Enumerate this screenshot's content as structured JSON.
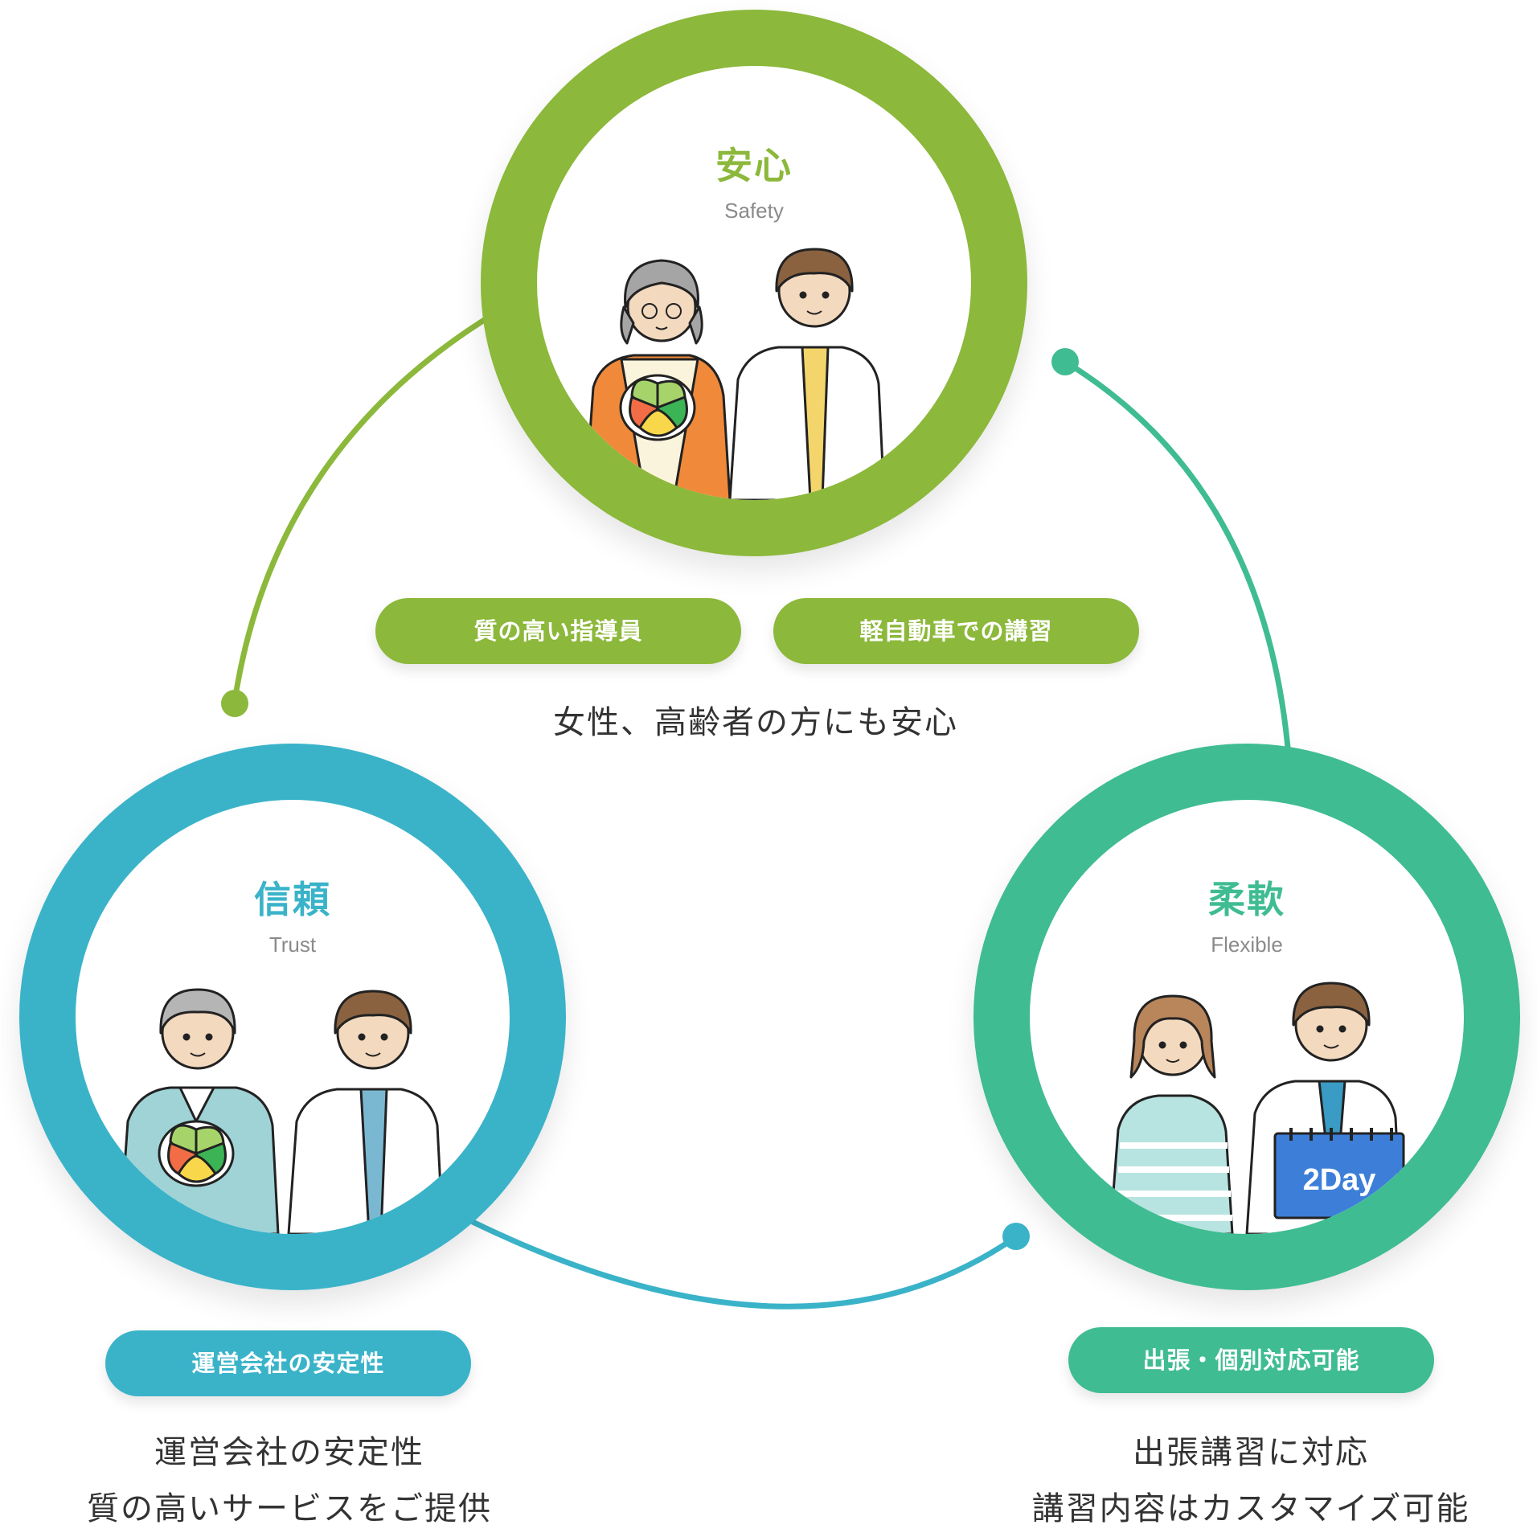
{
  "colors": {
    "safety": "#8cb83b",
    "trust": "#3ab3c9",
    "flexible": "#3fbc92",
    "text": "#333333",
    "subtitle": "#8a8a8a"
  },
  "safety": {
    "title": "安心",
    "subtitle": "Safety",
    "badges": [
      "質の高い指導員",
      "軽自動車での講習"
    ],
    "description": "女性、高齢者の方にも安心"
  },
  "trust": {
    "title": "信頼",
    "subtitle": "Trust",
    "badges": [
      "運営会社の安定性"
    ],
    "description_lines": [
      "運営会社の安定性",
      "質の高いサービスをご提供"
    ]
  },
  "flexible": {
    "title": "柔軟",
    "subtitle": "Flexible",
    "badges": [
      "出張・個別対応可能"
    ],
    "description_lines": [
      "出張講習に対応",
      "講習内容はカスタマイズ可能"
    ],
    "sign_text": "2Day"
  }
}
